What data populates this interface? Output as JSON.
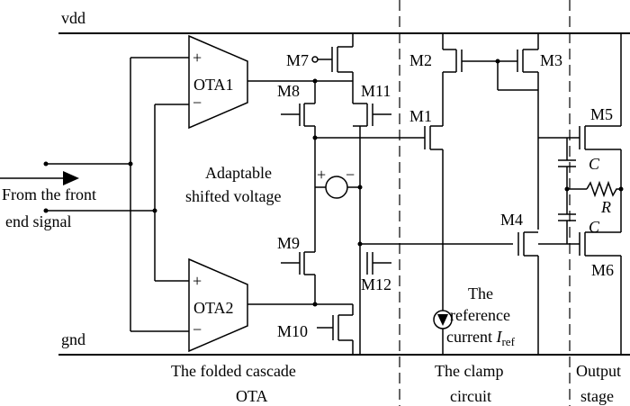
{
  "rails": {
    "vdd": "vdd",
    "gnd": "gnd"
  },
  "input": {
    "line1": "From the front",
    "line2": "end signal"
  },
  "ota": {
    "ota1": "OTA1",
    "ota2": "OTA2",
    "plus": "+",
    "minus": "−"
  },
  "transistors": {
    "m1": "M1",
    "m2": "M2",
    "m3": "M3",
    "m4": "M4",
    "m5": "M5",
    "m6": "M6",
    "m7": "M7",
    "m8": "M8",
    "m9": "M9",
    "m10": "M10",
    "m11": "M11",
    "m12": "M12"
  },
  "shift": {
    "line1": "Adaptable",
    "line2": "shifted voltage",
    "plus": "+",
    "minus": "−"
  },
  "reference": {
    "line1": "The",
    "line2": "reference",
    "line3_prefix": "current ",
    "symbol": "I",
    "subscript": "ref"
  },
  "passives": {
    "c_top": "C",
    "r": "R",
    "c_bottom": "C"
  },
  "sections": {
    "cascade_line1": "The folded cascade",
    "cascade_line2": "OTA",
    "clamp_line1": "The clamp",
    "clamp_line2": "circuit",
    "output_line1": "Output",
    "output_line2": "stage"
  }
}
